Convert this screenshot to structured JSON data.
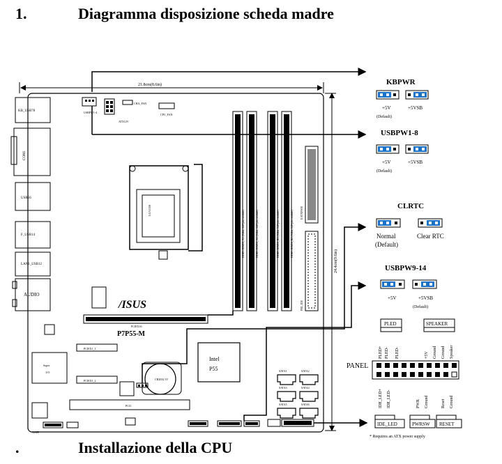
{
  "section_number": "1.",
  "title": "Diagramma disposizione scheda madre",
  "subtitle_bullet": ".",
  "subtitle": "Installazione della CPU",
  "board": {
    "width_label": "21.8cm(8.6in)",
    "height_label": "24.4cm(9.6in)",
    "brand": "/ISUS",
    "model": "P7P55-M",
    "chipset_line1": "Intel",
    "chipset_line2": "P55",
    "ports": [
      "KB_USB78",
      "COM1",
      "USB56",
      "F_USB14",
      "LAN1_USB12",
      "AUDIO"
    ],
    "labels": {
      "usbpw": "USBPW1-4",
      "atx12v": "ATX12V",
      "cha_fan": "CHA_FAN",
      "cpu_fan": "CPU_FAN",
      "lga": "LGA1156",
      "pciex16": "PCIEX16",
      "pciex1_1": "PCIEX1_1",
      "pciex1_2": "PCIEX1_2",
      "pci1": "PCI1",
      "super_io_1": "Super",
      "super_io_2": "I/O",
      "eatxpwr": "EATXPWR",
      "pri_ide": "PRI_IDE",
      "battery": "CR2032 3V",
      "aafp": "AAFP",
      "sata1": "SATA1",
      "sata2": "SATA2",
      "sata3": "SATA3",
      "sata4": "SATA4",
      "sata5": "SATA5",
      "sata6": "SATA6",
      "dimms": [
        "DDR3 DIMM_A1 (64bit, 240-pin module)",
        "DDR3 DIMM_A2 (64bit, 240-pin module)",
        "DDR3 DIMM_B1 (64bit, 240-pin module)",
        "DDR3 DIMM_B2 (64bit, 240-pin module)"
      ]
    }
  },
  "jumpers": {
    "kbpwr": {
      "title": "KBPWR",
      "left_label": "+5V",
      "left_sub": "(Default)",
      "right_label": "+5VSB"
    },
    "usbpw18": {
      "title": "USBPW1-8",
      "left_label": "+5V",
      "left_sub": "(Default)",
      "right_label": "+5VSB"
    },
    "clrtc": {
      "title": "CLRTC",
      "left_label": "Normal",
      "left_sub": "(Default)",
      "right_label": "Clear RTC"
    },
    "usbpw914": {
      "title": "USBPW9-14",
      "left_label": "+5V",
      "right_label": "+5VSB",
      "right_sub": "(Default)"
    }
  },
  "panel": {
    "title": "PANEL",
    "pled": "PLED",
    "speaker": "SPEAKER",
    "top_pins": [
      "PLED+",
      "PLED-",
      "PLED-",
      "+5V",
      "Ground",
      "Ground",
      "Speaker"
    ],
    "bottom_pins": [
      "IDE_LED+",
      "IDE_LED-",
      "PWR",
      "Ground",
      "Reset",
      "Ground"
    ],
    "ide_led": "IDE_LED",
    "pwrsw": "PWRSW",
    "reset": "RESET",
    "note": "* Requires an ATX power supply"
  },
  "colors": {
    "jumper_blue": "#1a73c9",
    "board_line": "#000000"
  }
}
